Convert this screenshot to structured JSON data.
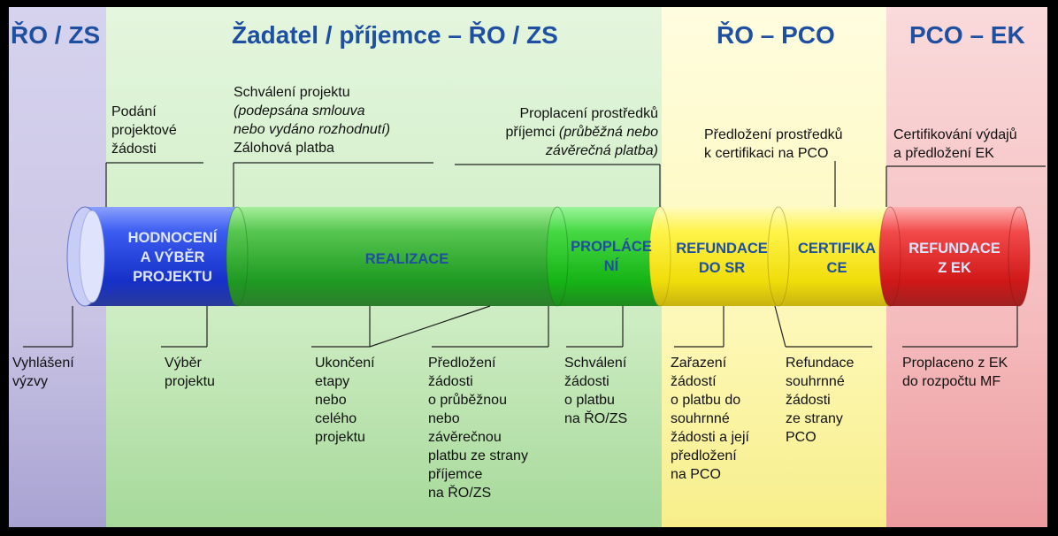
{
  "phases": [
    {
      "title": "ŘO / ZS"
    },
    {
      "title": "Žadatel / příjemce – ŘO / ZS"
    },
    {
      "title": "ŘO – PCO"
    },
    {
      "title": "PCO – EK"
    }
  ],
  "pipe_segments": [
    {
      "lines": [
        "HODNOCENÍ",
        "A VÝBĚR",
        "PROJEKTU"
      ],
      "color": "#1e3fe0"
    },
    {
      "lines": [
        "REALIZACE"
      ],
      "color": "#2fa62f"
    },
    {
      "lines": [
        "PROPLÁCE",
        "NÍ"
      ],
      "color": "#22c422"
    },
    {
      "lines": [
        "REFUNDACE",
        "DO SR"
      ],
      "color": "#f5e80a"
    },
    {
      "lines": [
        "CERTIFIKA",
        "CE"
      ],
      "color": "#f2ea18"
    },
    {
      "lines": [
        "REFUNDACE",
        "Z EK"
      ],
      "color": "#e02222"
    }
  ],
  "upper_labels": [
    {
      "lines": [
        "Podání",
        "projektové",
        "žádosti"
      ]
    },
    {
      "lines": [
        "Schválení projektu",
        "(podepsána smlouva",
        "nebo vydáno rozhodnutí)",
        "Zálohová platba"
      ],
      "italic_lines": [
        1,
        2
      ]
    },
    {
      "lines": [
        "Proplacení prostředků",
        "příjemci (průběžná nebo",
        "závěrečná platba)"
      ],
      "italic_parts": [
        "(průběžná nebo",
        "závěrečná platba)"
      ]
    },
    {
      "lines": [
        "Předložení prostředků",
        "k certifikaci na PCO"
      ]
    },
    {
      "lines": [
        "Certifikování výdajů",
        "a předložení EK"
      ]
    }
  ],
  "lower_labels": [
    {
      "lines": [
        "Vyhlášení",
        "výzvy"
      ]
    },
    {
      "lines": [
        "Výběr",
        "projektu"
      ]
    },
    {
      "lines": [
        "Ukončení",
        "etapy",
        "nebo",
        "celého",
        "projektu"
      ]
    },
    {
      "lines": [
        "Předložení",
        "žádosti",
        "o průběžnou",
        "nebo",
        "závěrečnou",
        "platbu ze strany",
        "příjemce",
        "na ŘO/ZS"
      ]
    },
    {
      "lines": [
        "Schválení",
        "žádosti",
        "o platbu",
        "na ŘO/ZS"
      ]
    },
    {
      "lines": [
        "Zařazení",
        "žádostí",
        "o platbu do",
        "souhrnné",
        "žádosti a její",
        "předložení",
        "na PCO"
      ]
    },
    {
      "lines": [
        "Refundace",
        "souhrnné",
        "žádosti",
        "ze strany",
        "PCO"
      ]
    },
    {
      "lines": [
        "Proplaceno z EK",
        "do rozpočtu MF"
      ]
    }
  ],
  "colors": {
    "phase_blue": "#c9c6e6",
    "phase_green": "#d2efc8",
    "phase_yellow": "#fdfbc4",
    "phase_red": "#f7c2c4",
    "header_text": "#1f4fa0",
    "segment_text_blue": "#1f4fa0"
  }
}
